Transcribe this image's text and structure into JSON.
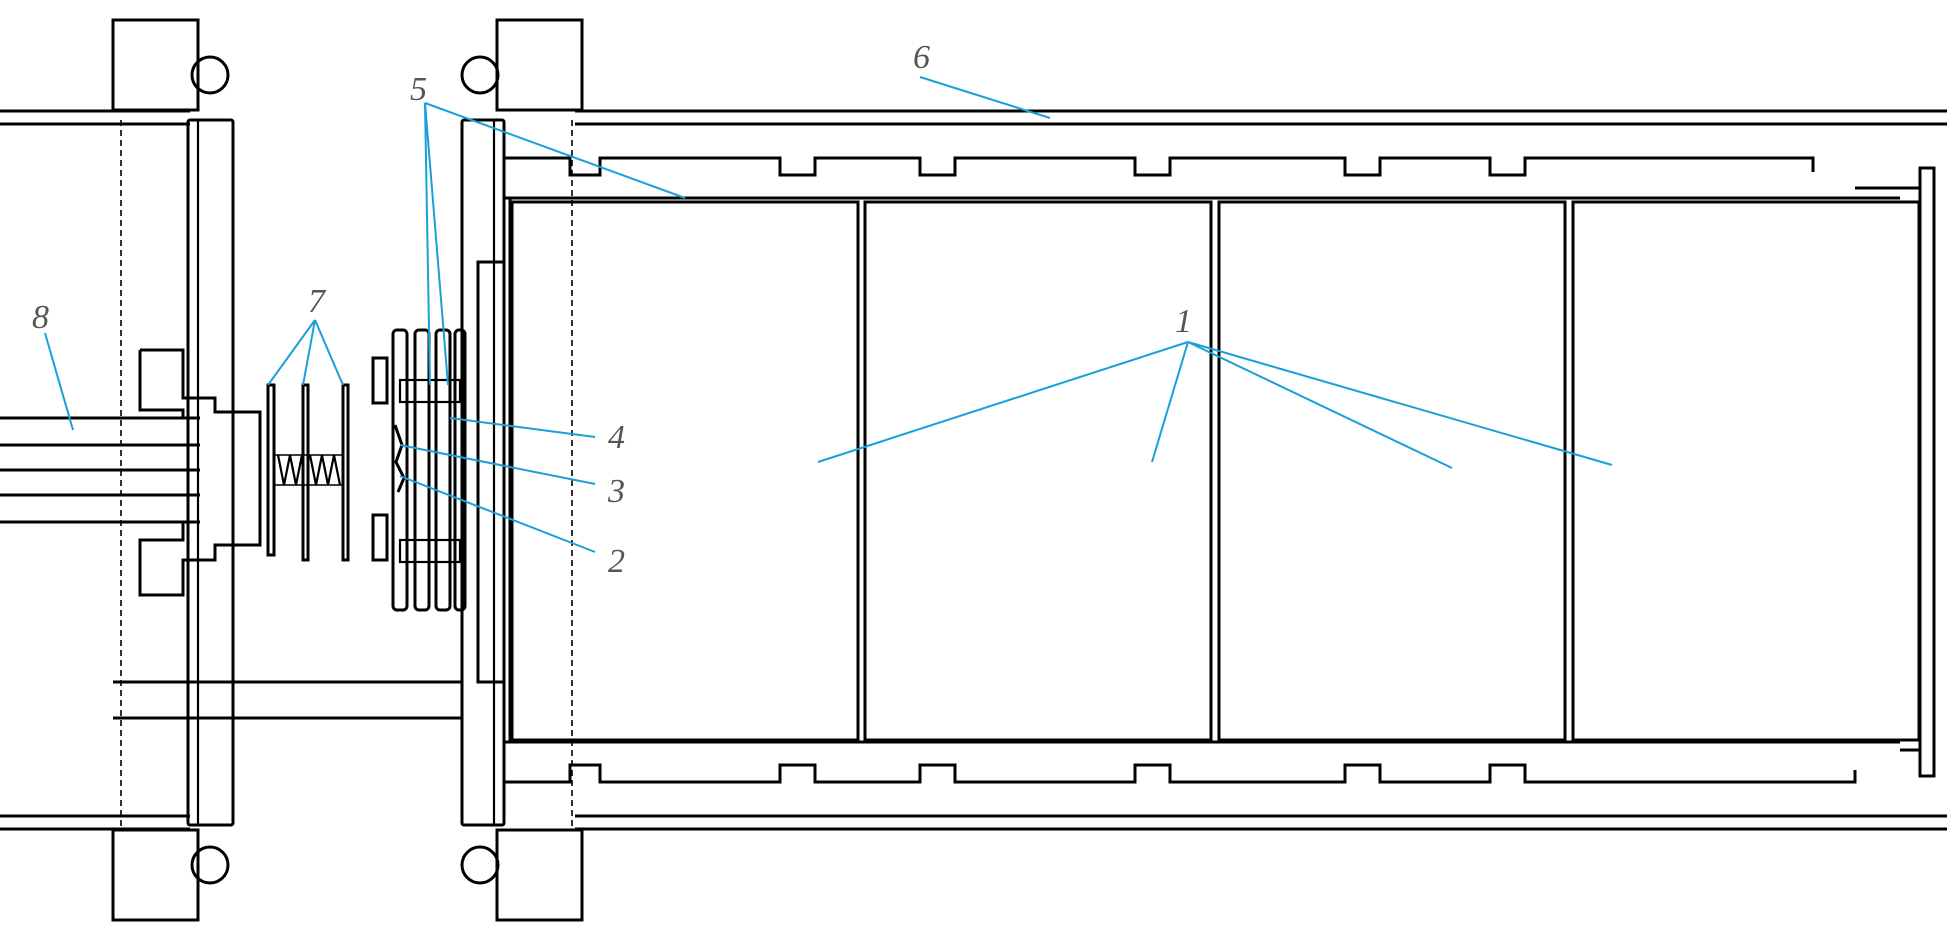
{
  "diagram": {
    "labels": {
      "l1": "1",
      "l2": "2",
      "l3": "3",
      "l4": "4",
      "l5": "5",
      "l6": "6",
      "l7": "7",
      "l8": "8"
    },
    "colors": {
      "leader": "#1aa0d8",
      "label": "#555555",
      "line": "#000000"
    }
  }
}
